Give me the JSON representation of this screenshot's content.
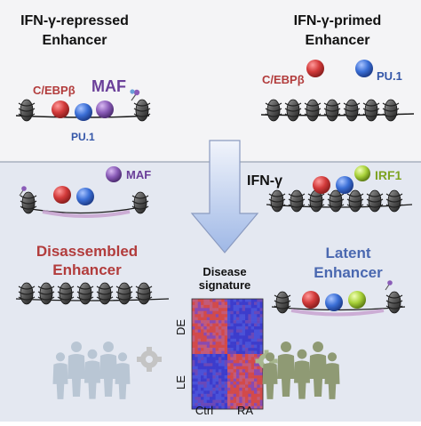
{
  "top": {
    "left_title": [
      "IFN-γ-repressed",
      "Enhancer"
    ],
    "right_title": [
      "IFN-γ-primed",
      "Enhancer"
    ],
    "labels": {
      "cebpb_left": "C/EBPβ",
      "maf_left": "MAF",
      "pu1_left": "PU.1",
      "cebpb_right": "C/EBPβ",
      "pu1_right": "PU.1"
    }
  },
  "stimulus": {
    "label": "IFN-γ"
  },
  "bottom": {
    "maf_label": "MAF",
    "irf1_label": "IRF1",
    "left_title": [
      "Disassembled",
      "Enhancer"
    ],
    "right_title": [
      "Latent",
      "Enhancer"
    ]
  },
  "heatmap": {
    "title": [
      "Disease",
      "signature"
    ],
    "row_labels": [
      "DE",
      "LE"
    ],
    "col_labels": [
      "Ctrl",
      "RA"
    ]
  },
  "colors": {
    "top_bg": "#f4f4f6",
    "bottom_bg": "#e4e8f1",
    "cebpb": "#d23a3a",
    "pu1": "#3b6fd6",
    "maf": "#8a5cb8",
    "irf1": "#a9d23a",
    "disassembled_title": "#b23c3c",
    "latent_title": "#4a68b0",
    "heat_red": "#d24a4a",
    "heat_blue": "#3c3ccc"
  },
  "icons": [
    "people-group-icon",
    "gear-icon",
    "dna-nucleosome-icon",
    "arrow-down-icon"
  ]
}
